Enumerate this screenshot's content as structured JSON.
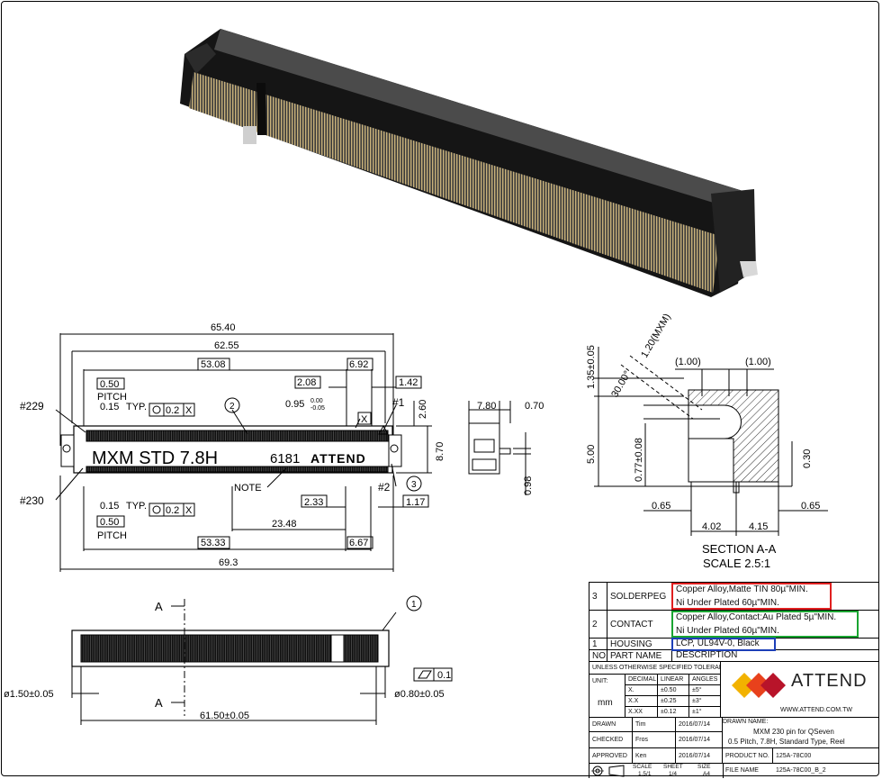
{
  "connector_label": "MXM STD 7.8H",
  "connector_code": "6181",
  "connector_brand": "ATTEND",
  "pins": {
    "p229": "#229",
    "p230": "#230",
    "p1": "#1",
    "p2": "#2"
  },
  "dims_top": {
    "d65_40": "65.40",
    "d62_55": "62.55",
    "d53_08": "53.08",
    "d2_08": "2.08",
    "d6_92": "6.92",
    "d1_42": "1.42",
    "pitch_top": "0.50",
    "pitch_word": "PITCH",
    "tol_top": "0.15",
    "typ": "TYP.",
    "fcf_val": "0.2",
    "fcf_datum": "X",
    "d0_95": "0.95",
    "tol_plus": "0.00",
    "tol_minus": "-0.05",
    "d2_60": "2.60",
    "d8_70": "8.70",
    "note": "NOTE",
    "d2_33": "2.33",
    "d1_17": "1.17",
    "tol_bot": "0.15",
    "pitch_bot": "0.50",
    "d23_48": "23.48",
    "d53_33": "53.33",
    "d6_67": "6.67",
    "d69_3": "69.3",
    "datum_x": "X"
  },
  "dims_side": {
    "d7_80": "7.80",
    "d0_70": "0.70",
    "d0_98": "0.98"
  },
  "dims_section": {
    "d1_35": "1.35±0.05",
    "d1_20": "1.20(MXM)",
    "d30": "30.00°",
    "d1_00a": "(1.00)",
    "d1_00b": "(1.00)",
    "d5_00": "5.00",
    "d0_77": "0.77±0.08",
    "d0_30": "0.30",
    "d0_65a": "0.65",
    "d0_65b": "0.65",
    "d4_02": "4.02",
    "d4_15": "4.15",
    "title": "SECTION A-A",
    "scale": "SCALE 2.5:1"
  },
  "dims_bottom": {
    "a1": "A",
    "a2": "A",
    "dia_left": "ø1.50±0.05",
    "dia_right": "ø0.80±0.05",
    "d61_50": "61.50±0.05",
    "flat": "0.1"
  },
  "balloons": {
    "b1": "1",
    "b2": "2",
    "b3": "3",
    "b1b": "1"
  },
  "bom": [
    {
      "no": "3",
      "name": "SOLDERPEG",
      "desc1": "Copper Alloy,Matte TIN 80µ\"MIN.",
      "desc2": "Ni Under Plated 60µ\"MIN."
    },
    {
      "no": "2",
      "name": "CONTACT",
      "desc1": "Copper Alloy,Contact:Au Plated 5µ\"MIN.",
      "desc2": "Ni Under Plated 60µ\"MIN."
    },
    {
      "no": "1",
      "name": "HOUSING",
      "desc1": "LCP, UL94V-0, Black",
      "desc2": ""
    }
  ],
  "bom_header": {
    "no": "NO.",
    "name": "PART NAME",
    "desc": "DESCRIPTION"
  },
  "tolerance": {
    "title": "UNLESS OTHERWISE SPECIFIED TOLERANCE",
    "unit_label": "UNIT:",
    "unit": "mm",
    "cols": [
      "DECIMAL",
      "LINEAR",
      "ANGLES"
    ],
    "rows": [
      [
        "X.",
        "±0.50",
        "±5°"
      ],
      [
        "X.X",
        "±0.25",
        "±3°"
      ],
      [
        "X.XX",
        "±0.12",
        "±1°"
      ]
    ]
  },
  "company": {
    "name": "ATTEND",
    "url": "WWW.ATTEND.COM.TW",
    "logo_colors": [
      "#f2b200",
      "#e8411c",
      "#b8142a"
    ]
  },
  "sign": [
    {
      "role": "DRAWN",
      "name": "Tim",
      "date": "2016/07/14"
    },
    {
      "role": "CHECKED",
      "name": "Fros",
      "date": "2016/07/14"
    },
    {
      "role": "APPROVED",
      "name": "Ken",
      "date": "2016/07/14"
    }
  ],
  "drawn_name": {
    "label": "DRAWN NAME:",
    "line1": "MXM 230 pin for QSeven",
    "line2": "0.5 Pitch, 7.8H, Standard Type, Reel"
  },
  "product": {
    "label": "PRODUCT NO.",
    "value": "125A-78C00"
  },
  "file": {
    "label": "FILE NAME",
    "value": "125A-78C00_B_2"
  },
  "scale_info": {
    "scale_label": "SCALE",
    "scale": "1.5/1",
    "sheet_label": "SHEET",
    "sheet": "1/4",
    "size_label": "SIZE",
    "size": "A4"
  }
}
